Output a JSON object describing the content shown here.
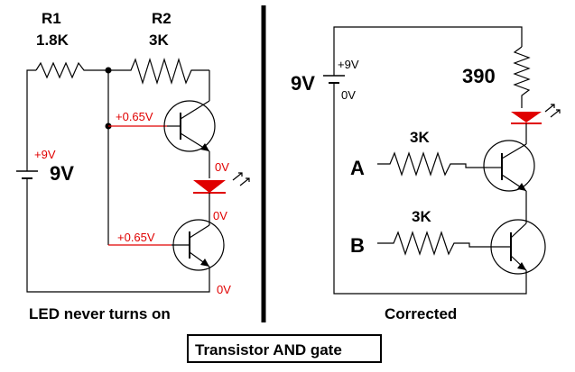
{
  "left": {
    "r1": {
      "name": "R1",
      "value": "1.8K"
    },
    "r2": {
      "name": "R2",
      "value": "3K"
    },
    "battery": {
      "voltage_label": "+9V",
      "voltage": "9V"
    },
    "base_voltage_top": "+0.65V",
    "base_voltage_bottom": "+0.65V",
    "node_led_top": "0V",
    "node_led_bottom": "0V",
    "node_ground": "0V",
    "caption": "LED never turns on"
  },
  "right": {
    "battery": {
      "voltage": "9V",
      "plus_label": "+9V",
      "zero_label": "0V"
    },
    "r_led": "390",
    "r_a": "3K",
    "r_b": "3K",
    "input_a": "A",
    "input_b": "B",
    "caption": "Corrected"
  },
  "title": "Transistor AND gate",
  "colors": {
    "accent": "#e00000",
    "ink": "#000000",
    "led": "#e00000"
  }
}
